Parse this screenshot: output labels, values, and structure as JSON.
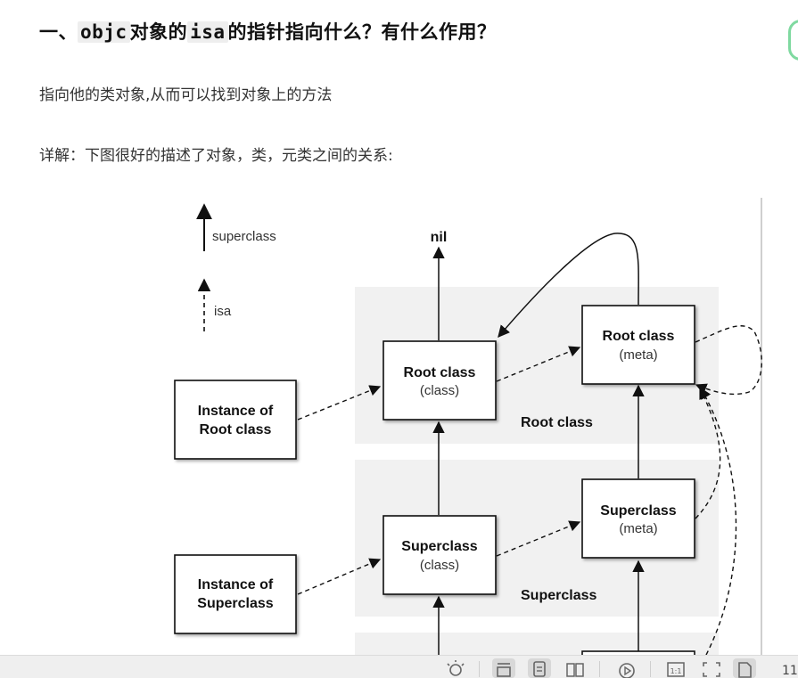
{
  "heading": {
    "prefix": "一、",
    "code1": "objc",
    "mid1": "对象的",
    "code2": "isa",
    "rest": "的指针指向什么？有什么作用？"
  },
  "paragraphs": {
    "answer": "指向他的类对象,从而可以找到对象上的方法",
    "detail": "详解：下图很好的描述了对象，类，元类之间的关系:"
  },
  "diagram": {
    "legend": {
      "superclass": "superclass",
      "isa": "isa"
    },
    "nil": "nil",
    "root_class": {
      "line1": "Root class",
      "line2": "(class)"
    },
    "root_meta": {
      "line1": "Root class",
      "line2": "(meta)"
    },
    "super_class": {
      "line1": "Superclass",
      "line2": "(class)"
    },
    "super_meta": {
      "line1": "Superclass",
      "line2": "(meta)"
    },
    "instance_root": {
      "line1": "Instance of",
      "line2": "Root class"
    },
    "instance_super": {
      "line1": "Instance of",
      "line2": "Superclass"
    },
    "band_root_label": "Root class",
    "band_super_label": "Superclass"
  },
  "toolbar": {
    "icons": [
      "brightness-icon",
      "single-page-icon",
      "scroll-page-icon",
      "two-page-icon",
      "play-icon",
      "actual-size-icon",
      "fit-page-icon",
      "bookmark-icon"
    ],
    "page_number": "11"
  }
}
